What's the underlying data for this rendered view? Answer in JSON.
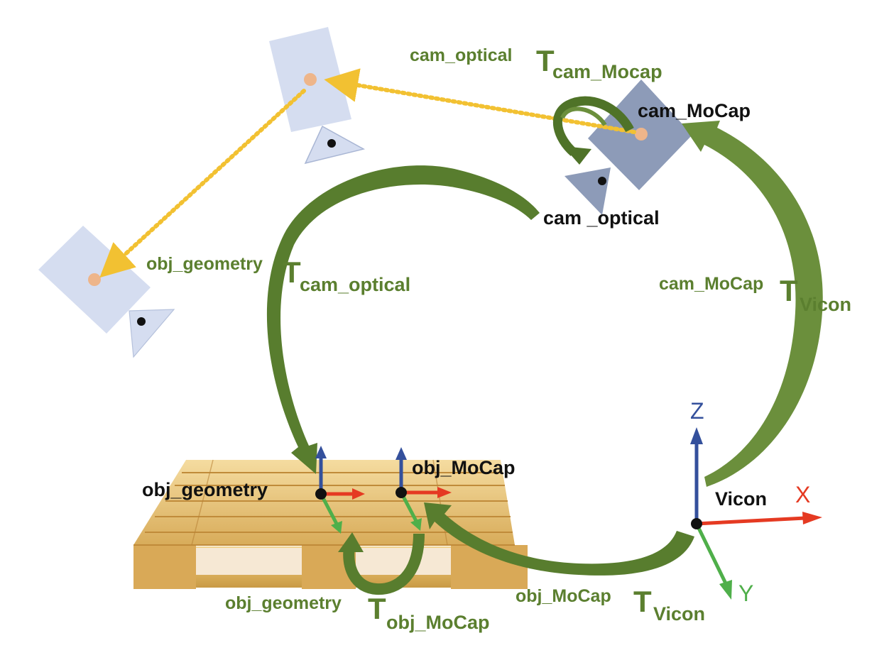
{
  "frames": {
    "cam_mocap": "cam_MoCap",
    "cam_optical": "cam _optical",
    "obj_geometry": "obj_geometry",
    "obj_mocap": "obj_MoCap",
    "vicon": "Vicon"
  },
  "axes": {
    "z": "Z",
    "x": "X",
    "y": "Y"
  },
  "transforms": {
    "cam_optical_from_cam_mocap": {
      "pre": "cam_optical",
      "sym": "T",
      "sub": "cam_Mocap"
    },
    "obj_geometry_from_cam_optical": {
      "pre": "obj_geometry",
      "sym": "T",
      "sub": "cam_optical"
    },
    "cam_mocap_from_vicon": {
      "pre": "cam_MoCap",
      "sym": "T",
      "sub": "Vicon"
    },
    "obj_geometry_from_obj_mocap": {
      "pre": "obj_geometry",
      "sym": "T",
      "sub": "obj_MoCap"
    },
    "obj_mocap_from_vicon": {
      "pre": "obj_MoCap",
      "sym": "T",
      "sub": "Vicon"
    }
  },
  "colors": {
    "arrow_dark": "#4f7328",
    "arrow_light": "#6b8f3c",
    "label_green": "#5b7f2f",
    "camera_light": "#d5ddf0",
    "camera_dark": "#8d9bb8",
    "camera_center": "#eeb58a",
    "dotted_link": "#f2c132",
    "axis_x": "#e53a22",
    "axis_y": "#4faf4a",
    "axis_z": "#34509c",
    "pallet_wood": "#e4bf6e"
  }
}
